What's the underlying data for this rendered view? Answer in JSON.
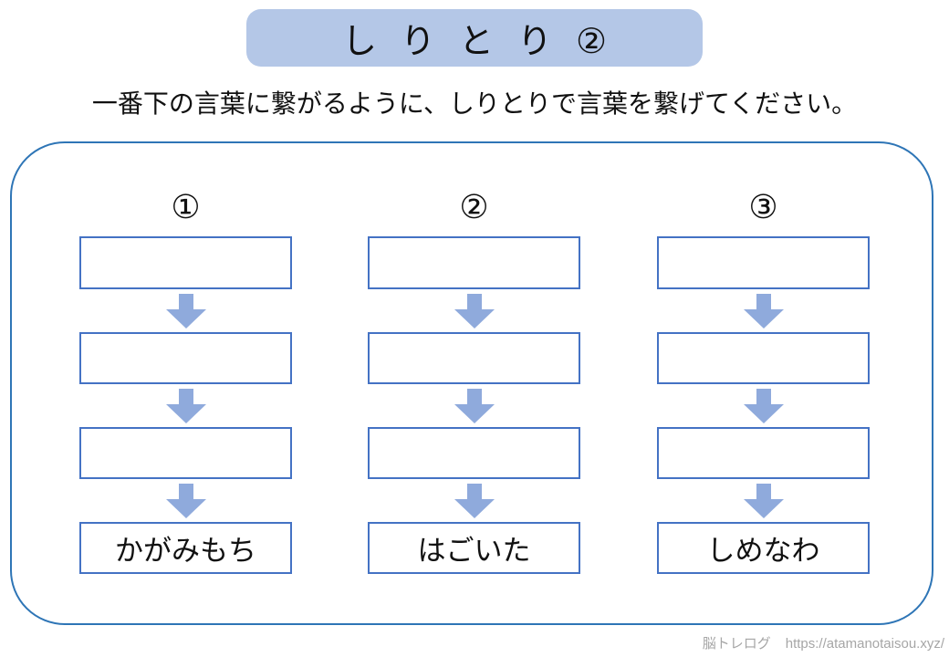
{
  "title": "しりとり②",
  "instruction": "一番下の言葉に繋がるように、しりとりで言葉を繋げてください。",
  "columns": [
    {
      "number": "①",
      "blank_boxes": 3,
      "goal_word": "かがみもち"
    },
    {
      "number": "②",
      "blank_boxes": 3,
      "goal_word": "はごいた"
    },
    {
      "number": "③",
      "blank_boxes": 3,
      "goal_word": "しめなわ"
    }
  ],
  "footer": {
    "site_name": "脳トレログ",
    "url": "https://atamanotaisou.xyz/"
  },
  "colors": {
    "banner_bg": "#b4c7e7",
    "box_border": "#4472c4",
    "arrow_fill": "#8faadc",
    "panel_border": "#2e75b6",
    "footer_text": "#a6a6a6"
  }
}
